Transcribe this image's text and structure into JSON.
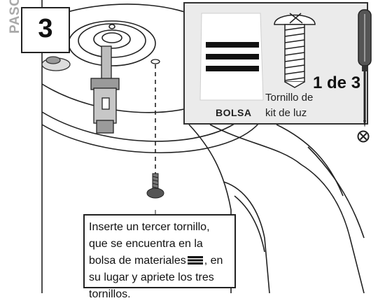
{
  "step": {
    "label": "PASO",
    "number": "3"
  },
  "parts": {
    "bag_label": "BOLSA",
    "screw_label_line1": "Tornillo de",
    "screw_label_line2": "kit de luz",
    "count": "1 de 3"
  },
  "instruction": {
    "text_before_icon": "Inserte un tercer tornillo, que se encuentra en la bolsa de materiales",
    "text_after_icon": ", en su lugar y apriete los tres tornillos.",
    "bag_icon": "bag-glyph-icon"
  },
  "icons": {
    "screwdriver": "screwdriver-icon",
    "not_allowed": "do-not-use-icon"
  }
}
